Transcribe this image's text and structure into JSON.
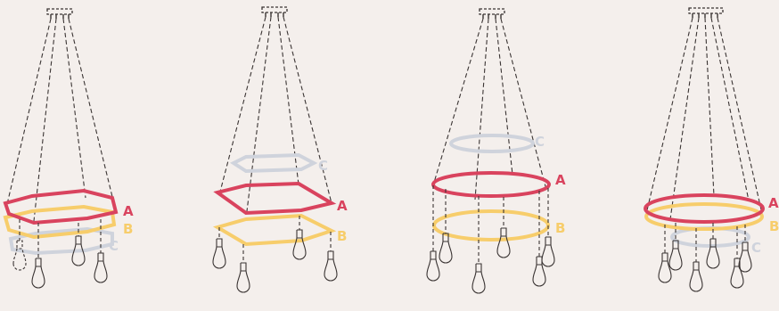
{
  "colors": {
    "background": "#f4efec",
    "ring_a": "#d9435e",
    "ring_b": "#f7cd6b",
    "ring_c": "#cfd3dc",
    "wire": "#3a3433"
  },
  "labels": {
    "a": "A",
    "b": "B",
    "c": "C"
  },
  "variants": [
    {
      "id": "variant-1",
      "ring_shape": "octagon",
      "stacking": "A above B above C"
    },
    {
      "id": "variant-2",
      "ring_shape": "hexagon",
      "stacking": "C above A above B"
    },
    {
      "id": "variant-3",
      "ring_shape": "ellipse",
      "stacking": "C above A above B"
    },
    {
      "id": "variant-4",
      "ring_shape": "ellipse",
      "stacking": "A, B, C nested"
    }
  ]
}
